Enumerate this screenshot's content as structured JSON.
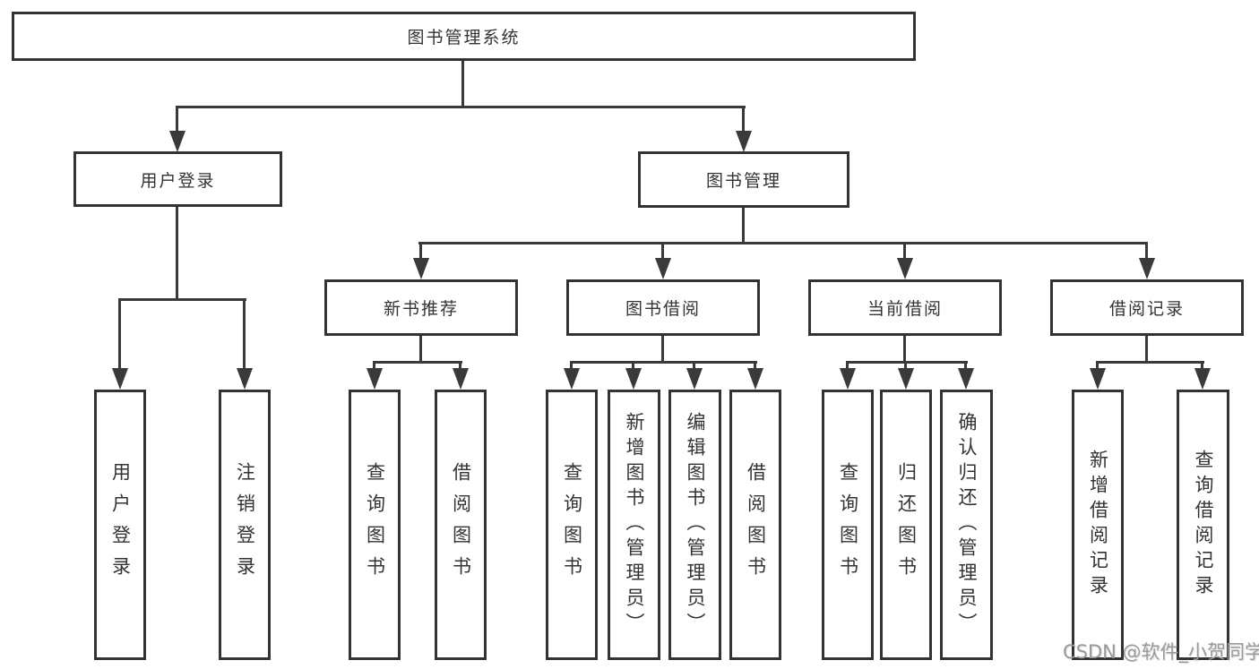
{
  "tree": {
    "root": "图书管理系统",
    "children": [
      {
        "label": "用户登录",
        "children": [
          "用户登录",
          "注销登录"
        ]
      },
      {
        "label": "图书管理",
        "children": [
          {
            "label": "新书推荐",
            "children": [
              "查询图书",
              "借阅图书"
            ]
          },
          {
            "label": "图书借阅",
            "children": [
              "查询图书",
              "新增图书（管理员）",
              "编辑图书（管理员）",
              "借阅图书"
            ]
          },
          {
            "label": "当前借阅",
            "children": [
              "查询图书",
              "归还图书",
              "确认归还（管理员）"
            ]
          },
          {
            "label": "借阅记录",
            "children": [
              "新增借阅记录",
              "查询借阅记录"
            ]
          }
        ]
      }
    ]
  },
  "watermark": {
    "text": "CSDN @软件_小贺同学"
  },
  "colors": {
    "line": "#3a3a3a",
    "box_border": "#333333",
    "text": "#333333",
    "watermark": "#9a9a9a",
    "background": "#ffffff"
  }
}
